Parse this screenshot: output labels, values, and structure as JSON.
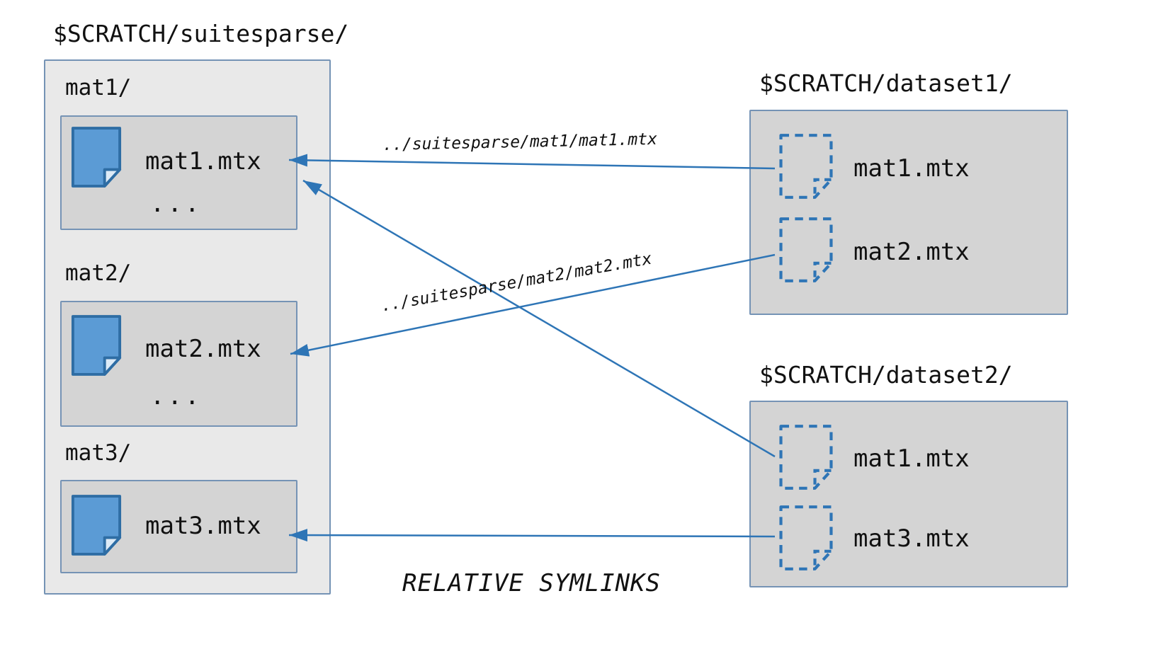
{
  "caption": "RELATIVE SYMLINKS",
  "colors": {
    "accent_blue": "#2E75B6",
    "icon_fill": "#5B9BD5",
    "icon_fold": "#DDEBF7",
    "outer_box_bg": "#E9E9E9",
    "inner_box_bg": "#D4D4D4",
    "box_border": "#7593B5"
  },
  "suitesparse": {
    "label": "$SCRATCH/suitesparse/",
    "dirs": [
      {
        "name": "mat1/",
        "file": "mat1.mtx",
        "more": "..."
      },
      {
        "name": "mat2/",
        "file": "mat2.mtx",
        "more": "..."
      },
      {
        "name": "mat3/",
        "file": "mat3.mtx",
        "more": ""
      }
    ]
  },
  "datasets": [
    {
      "label": "$SCRATCH/dataset1/",
      "files": [
        "mat1.mtx",
        "mat2.mtx"
      ]
    },
    {
      "label": "$SCRATCH/dataset2/",
      "files": [
        "mat1.mtx",
        "mat3.mtx"
      ]
    }
  ],
  "symlink_labels": [
    "../suitesparse/mat1/mat1.mtx",
    "../suitesparse/mat2/mat2.mtx"
  ]
}
